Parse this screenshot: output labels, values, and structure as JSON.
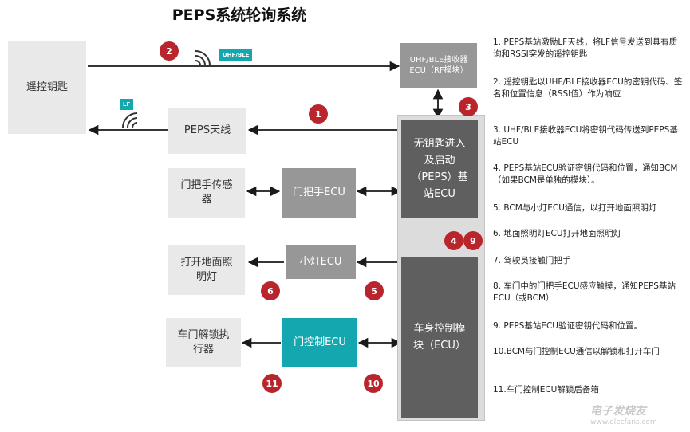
{
  "title": "PEPS系统轮询系统",
  "nodes": {
    "key_fob": "遥控钥匙",
    "uhf_ecu": "UHF/BLE接收器ECU（RF模块）",
    "peps_antenna": "PEPS天线",
    "peps_base": "无钥匙进入及启动（PEPS）基站ECU",
    "handle_sensor": "门把手传感器",
    "handle_ecu": "门把手ECU",
    "ground_light": "打开地面照明灯",
    "light_ecu": "小灯ECU",
    "door_unlock_actuator": "车门解锁执行器",
    "door_ecu": "门控制ECU",
    "bcm": "车身控制模块（ECU）"
  },
  "tags": {
    "uhf": "UHF/BLE",
    "lf": "LF"
  },
  "badges": [
    "1",
    "2",
    "3",
    "4",
    "9",
    "5",
    "6",
    "10",
    "11"
  ],
  "steps": [
    "1.  PEPS基站激励LF天线，将LF信号发送到具有质询和RSSI突发的遥控钥匙",
    "2.  遥控钥匙以UHF/BLE接收器ECU的密钥代码、签名和位置信息（RSSI值）作为响应",
    "3.  UHF/BLE接收器ECU将密钥代码传送到PEPS基站ECU",
    "4.  PEPS基站ECU验证密钥代码和位置，通知BCM（如果BCM是单独的模块）。",
    "5.  BCM与小灯ECU通信，以打开地面照明灯",
    "6.  地面照明灯ECU打开地面照明灯",
    "7.  驾驶员接触门把手",
    "8.  车门中的门把手ECU感应触摸，通知PEPS基站ECU（或BCM）",
    "9.  PEPS基站ECU验证密钥代码和位置。",
    "10.BCM与门控制ECU通信以解锁和打开车门",
    "11.车门控制ECU解锁后备箱"
  ],
  "watermark": {
    "text": "电子发烧友",
    "url": "www.elecfans.com"
  },
  "colors": {
    "teal": "#14a7b0",
    "badge_red": "#b9252d",
    "dark_box": "#5f5f5f",
    "mid_box": "#979797"
  }
}
